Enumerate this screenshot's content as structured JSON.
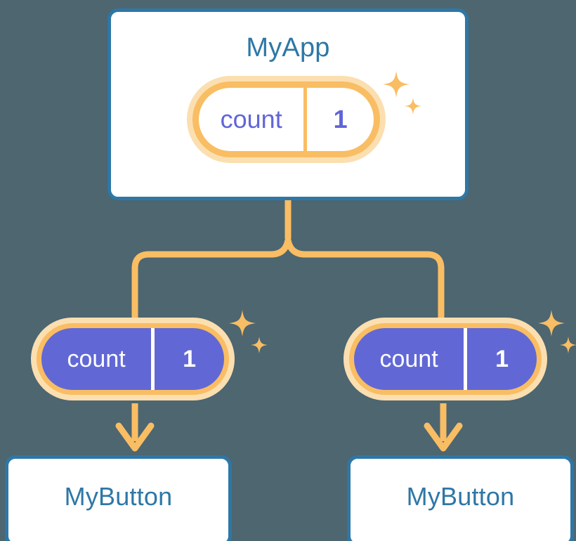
{
  "theme": {
    "background": "#4d6670",
    "card_border": "#2e77a6",
    "card_text": "#2e77a6",
    "card_fill": "#ffffff",
    "accent_orange": "#f9bd63",
    "accent_orange_halo": "#fbdfb0",
    "state_purple": "#6168d6",
    "state_text_indigo": "#6165d8",
    "state_text_white": "#ffffff"
  },
  "diagram": {
    "type": "component-state-tree",
    "root": {
      "name": "root-component",
      "title": "MyApp",
      "state": {
        "key": "count",
        "value": "1",
        "style": "outline"
      }
    },
    "children": [
      {
        "name": "child-component-left",
        "title": "MyButton",
        "state": {
          "key": "count",
          "value": "1",
          "style": "filled"
        }
      },
      {
        "name": "child-component-right",
        "title": "MyButton",
        "state": {
          "key": "count",
          "value": "1",
          "style": "filled"
        }
      }
    ],
    "connectors": {
      "root_to_split": "vertical",
      "split_to_children": "branching",
      "state_to_child": "arrow-down"
    },
    "decorations": [
      {
        "name": "sparkle-cluster-root",
        "icon": "sparkle-icon",
        "count": 2
      },
      {
        "name": "sparkle-cluster-left",
        "icon": "sparkle-icon",
        "count": 2
      },
      {
        "name": "sparkle-cluster-right",
        "icon": "sparkle-icon",
        "count": 2
      }
    ]
  }
}
